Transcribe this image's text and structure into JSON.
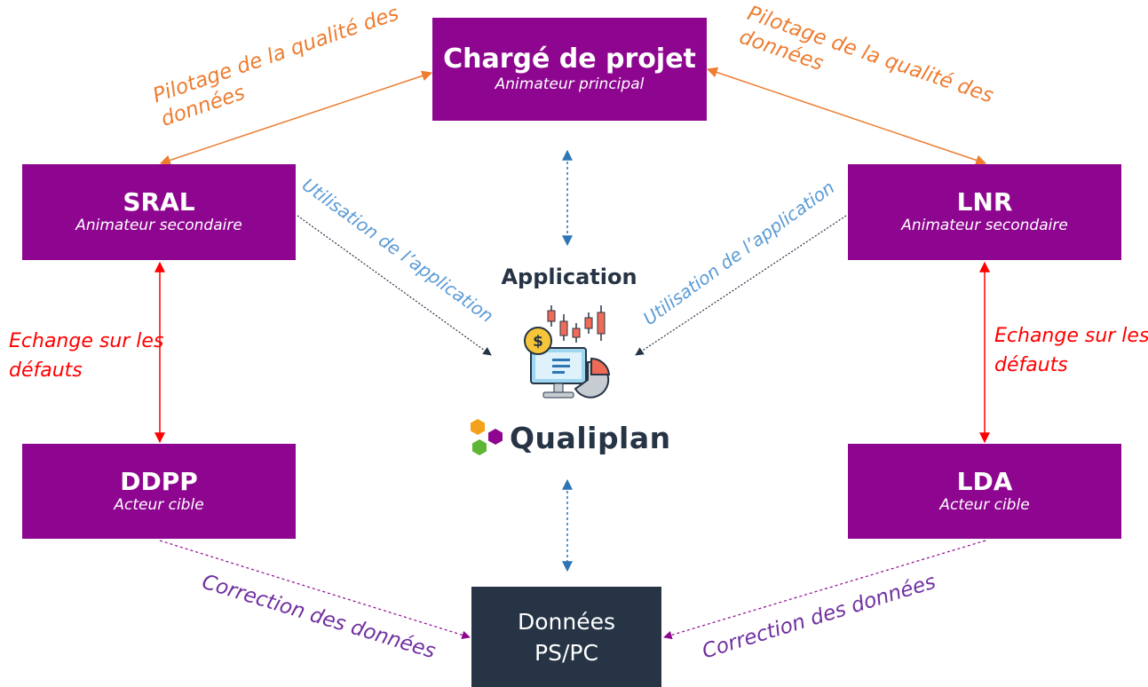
{
  "nodes": {
    "charge": {
      "title": "Chargé de projet",
      "subtitle": "Animateur principal"
    },
    "sral": {
      "title": "SRAL",
      "subtitle": "Animateur secondaire"
    },
    "lnr": {
      "title": "LNR",
      "subtitle": "Animateur secondaire"
    },
    "ddpp": {
      "title": "DDPP",
      "subtitle": "Acteur cible"
    },
    "lda": {
      "title": "LDA",
      "subtitle": "Acteur cible"
    },
    "donnees": {
      "line1": "Données",
      "line2": "PS/PC"
    }
  },
  "center": {
    "title": "Application",
    "logo_text": "Qualiplan"
  },
  "edges": {
    "pilotage_left": {
      "line1": "Pilotage de la qualité des",
      "line2": "données"
    },
    "pilotage_right": {
      "line1": "Pilotage de la qualité des",
      "line2": "données"
    },
    "utilisation_left": "Utilisation de l’application",
    "utilisation_right": "Utilisation de l’application",
    "echange_left": {
      "line1": "Echange sur les",
      "line2": "défauts"
    },
    "echange_right": {
      "line1": "Echange sur les",
      "line2": "défauts"
    },
    "correction_left": "Correction des données",
    "correction_right": "Correction des données"
  },
  "colors": {
    "box": "#8e0690",
    "data_box": "#263445",
    "pilotage": "#ed7d31",
    "utilisation": "#5b9bd5",
    "echange": "#ff0000",
    "correction": "#7030a0",
    "app_link": "#2e75b6"
  },
  "icons": [
    "dashboard-monitor-icon",
    "qualiplan-logo-icon"
  ]
}
